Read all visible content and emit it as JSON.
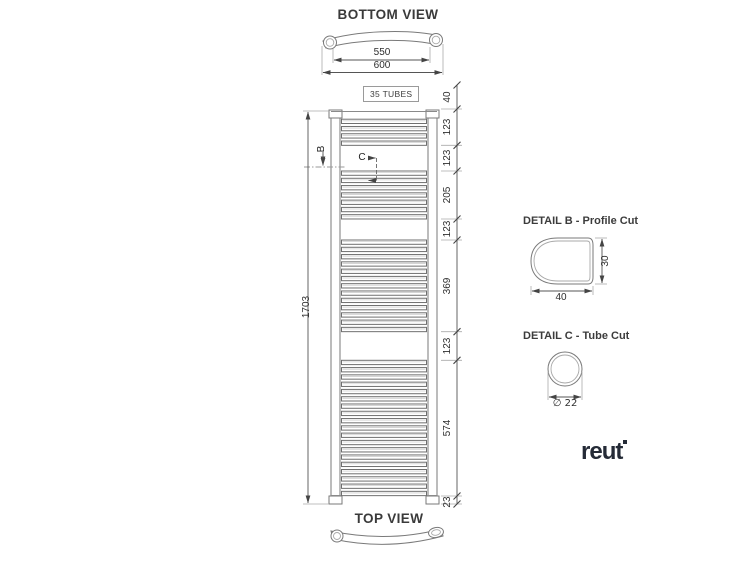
{
  "titles": {
    "bottom_view": "BOTTOM VIEW",
    "top_view": "TOP VIEW",
    "detail_b": "DETAIL B - Profile Cut",
    "detail_c": "DETAIL C - Tube Cut"
  },
  "badge": {
    "tubes": "35 TUBES"
  },
  "logo": {
    "text": "reut"
  },
  "markers": {
    "b": "B",
    "c": "C"
  },
  "dimensions": {
    "overall_height": "1703",
    "bottom_view": {
      "inner_width": "550",
      "outer_width": "600"
    },
    "right": [
      "40",
      "123",
      "123",
      "205",
      "123",
      "369",
      "123",
      "574",
      "23"
    ],
    "detail_b": {
      "width": "40",
      "height": "30"
    },
    "detail_c": {
      "diameter": "∅ 22"
    }
  },
  "radiator": {
    "tube_x": 341.5,
    "tube_width": 85,
    "tube_height": 4.3,
    "pitch": 7.28,
    "tube_groups": [
      {
        "count": 4,
        "y": 119.2
      },
      {
        "count": 7,
        "y": 171.0
      },
      {
        "count": 13,
        "y": 240.0
      },
      {
        "count": 19,
        "y": 360.3
      }
    ]
  }
}
